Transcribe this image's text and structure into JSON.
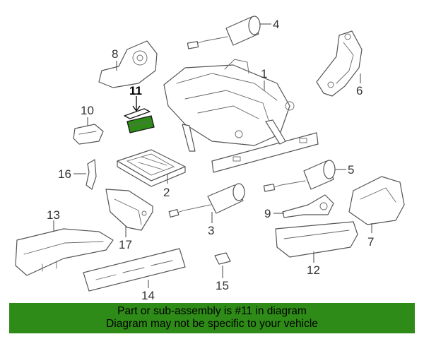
{
  "callouts": {
    "c1": "1",
    "c2": "2",
    "c3": "3",
    "c4": "4",
    "c5": "5",
    "c6": "6",
    "c7": "7",
    "c8": "8",
    "c9": "9",
    "c10": "10",
    "c11": "11",
    "c12": "12",
    "c13": "13",
    "c14": "14",
    "c15": "15",
    "c16": "16",
    "c17": "17"
  },
  "highlight": {
    "callout": "11",
    "color": "#2e8b17"
  },
  "banner": {
    "line1": "Part or sub-assembly is #11 in diagram",
    "line2": "Diagram may not be specific to your vehicle",
    "color": "#2e8b17"
  }
}
